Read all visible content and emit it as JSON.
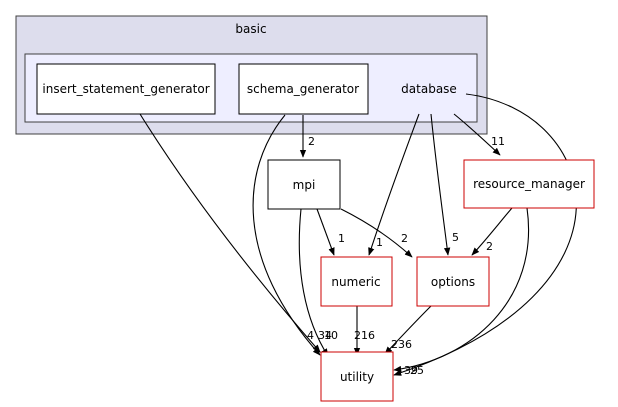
{
  "clusters": {
    "basic": "basic",
    "database": "database"
  },
  "nodes": {
    "insert_statement_generator": "insert_statement_generator",
    "schema_generator": "schema_generator",
    "mpi": "mpi",
    "resource_manager": "resource_manager",
    "numeric": "numeric",
    "options": "options",
    "utility": "utility"
  },
  "edge_labels": {
    "schema_to_mpi": "2",
    "database_to_resource_manager": "11",
    "mpi_to_numeric": "1",
    "database_to_numeric": "1",
    "mpi_to_options": "2",
    "database_to_options": "5",
    "resource_manager_to_options": "2",
    "insert_to_utility": "4",
    "mpi_to_utility": "34",
    "schema_to_utility": "10",
    "numeric_to_utility": "216",
    "options_to_utility": "236",
    "resource_manager_to_utility": "39",
    "database_to_utility": "25"
  },
  "colors": {
    "outer_cluster_fill": "#dddded",
    "inner_cluster_fill": "#eeeeff",
    "cluster_border": "#404040",
    "red_node_border": "#cc0000",
    "black_node_border": "#000000"
  }
}
